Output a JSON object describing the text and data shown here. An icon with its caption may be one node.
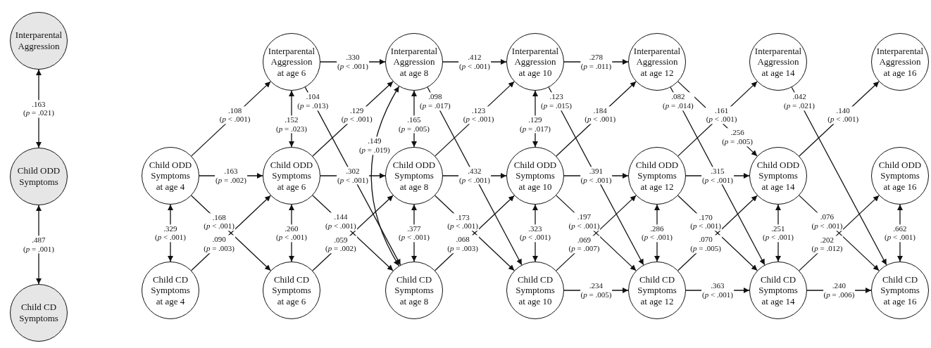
{
  "diagram": {
    "nodes": [
      {
        "text": [
          "Interparental Aggression"
        ]
      },
      {
        "text": [
          "Child ODD Symptoms"
        ]
      },
      {
        "text": [
          "Child CD Symptoms"
        ]
      },
      {
        "text": [
          "Child ODD Symptoms at age 4"
        ]
      },
      {
        "text": [
          "Child CD Symptoms at age 4"
        ]
      },
      {
        "text": [
          "Interparental Aggression at age 6"
        ]
      },
      {
        "text": [
          "Child ODD Symptoms at age 6"
        ]
      },
      {
        "text": [
          "Child CD Symptoms at age 6"
        ]
      },
      {
        "text": [
          "Interparental Aggression at age 8"
        ]
      },
      {
        "text": [
          "Child ODD Symptoms at age 8"
        ]
      },
      {
        "text": [
          "Child CD Symptoms at age 8"
        ]
      },
      {
        "text": [
          "Interparental Aggression at age 10"
        ]
      },
      {
        "text": [
          "Child ODD Symptoms at age 10"
        ]
      },
      {
        "text": [
          "Child CD Symptoms at age 10"
        ]
      },
      {
        "text": [
          "Interparental Aggression at age 12"
        ]
      },
      {
        "text": [
          "Child ODD Symptoms at age 12"
        ]
      },
      {
        "text": [
          "Child CD Symptoms at age 12"
        ]
      },
      {
        "text": [
          "Interparental Aggression at age 14"
        ]
      },
      {
        "text": [
          "Child ODD Symptoms at age 14"
        ]
      },
      {
        "text": [
          "Child CD Symptoms at age 14"
        ]
      },
      {
        "text": [
          "Interparental Aggression at age 16"
        ]
      },
      {
        "text": [
          "Child ODD Symptoms at age 16"
        ]
      },
      {
        "text": [
          "Child CD Symptoms at age 16"
        ]
      }
    ],
    "edges": [
      {
        "from": 0,
        "to": 1,
        "arrow": "both",
        "label": ".163 (*p* = .021)"
      },
      {
        "from": 1,
        "to": 2,
        "arrow": "both",
        "label": ".487 (*p* = .001)"
      },
      {
        "from": 3,
        "to": 4,
        "arrow": "both",
        "label": ".329 (*p* < .001)"
      },
      {
        "from": 3,
        "to": 5,
        "arrow": "to",
        "label": ".108 (*p* < .001)"
      },
      {
        "from": 3,
        "to": 6,
        "arrow": "to",
        "label": ".163 (*p* = .002)"
      },
      {
        "from": 3,
        "to": 7,
        "arrow": "to",
        "label": ".168 (*p* < .001)"
      },
      {
        "from": 4,
        "to": 6,
        "arrow": "to",
        "label": ".090 (*p* = .003)"
      },
      {
        "from": 5,
        "to": 6,
        "arrow": "both",
        "label": ".152 (*p* = .023)"
      },
      {
        "from": 6,
        "to": 7,
        "arrow": "both",
        "label": ".260 (*p* < .001)"
      },
      {
        "from": 5,
        "to": 8,
        "arrow": "to",
        "label": ".330 (*p* < .001)"
      },
      {
        "from": 5,
        "to": 10,
        "arrow": "to",
        "label": ".104 (*p* = .013)"
      },
      {
        "from": 6,
        "to": 8,
        "arrow": "to",
        "label": ".129 (*p* < .001)"
      },
      {
        "from": 6,
        "to": 9,
        "arrow": "to",
        "label": ".302 (*p* < .001)"
      },
      {
        "from": 6,
        "to": 10,
        "arrow": "to",
        "label": ".144 (*p* < .001)"
      },
      {
        "from": 7,
        "to": 9,
        "arrow": "to",
        "label": ".059 (*p* = .002)"
      },
      {
        "from": 8,
        "to": 9,
        "arrow": "both",
        "label": ".165 (*p* = .005)"
      },
      {
        "from": 8,
        "to": 10,
        "arrow": "both",
        "label": ".149 (*p* = .019)"
      },
      {
        "from": 9,
        "to": 10,
        "arrow": "both",
        "label": ".377 (*p* < .001)"
      },
      {
        "from": 8,
        "to": 11,
        "arrow": "to",
        "label": ".412 (*p* < .001)"
      },
      {
        "from": 8,
        "to": 13,
        "arrow": "to",
        "label": ".098 (*p* = .017)"
      },
      {
        "from": 9,
        "to": 11,
        "arrow": "to",
        "label": ".123 (*p* < .001)"
      },
      {
        "from": 9,
        "to": 12,
        "arrow": "to",
        "label": ".432 (*p* < .001)"
      },
      {
        "from": 9,
        "to": 13,
        "arrow": "to",
        "label": ".173 (*p* < .001)"
      },
      {
        "from": 10,
        "to": 12,
        "arrow": "to",
        "label": ".068 (*p* = .003)"
      },
      {
        "from": 11,
        "to": 12,
        "arrow": "both",
        "label": ".129 (*p* = .017)"
      },
      {
        "from": 12,
        "to": 13,
        "arrow": "both",
        "label": ".323 (*p* < .001)"
      },
      {
        "from": 11,
        "to": 14,
        "arrow": "to",
        "label": ".278 (*p* = .011)"
      },
      {
        "from": 11,
        "to": 16,
        "arrow": "to",
        "label": ".123 (*p* = .015)"
      },
      {
        "from": 12,
        "to": 14,
        "arrow": "to",
        "label": ".184 (*p* < .001)"
      },
      {
        "from": 12,
        "to": 15,
        "arrow": "to",
        "label": ".391 (*p* < .001)"
      },
      {
        "from": 12,
        "to": 16,
        "arrow": "to",
        "label": ".197 (*p* < .001)"
      },
      {
        "from": 13,
        "to": 15,
        "arrow": "to",
        "label": ".069 (*p* = .007)"
      },
      {
        "from": 13,
        "to": 16,
        "arrow": "to",
        "label": ".234 (*p* = .005)"
      },
      {
        "from": 15,
        "to": 16,
        "arrow": "both",
        "label": ".286 (*p* < .001)"
      },
      {
        "from": 14,
        "to": 18,
        "arrow": "to",
        "label": ".256 (*p* = .005)"
      },
      {
        "from": 14,
        "to": 19,
        "arrow": "to",
        "label": ".082 (*p* = .014)"
      },
      {
        "from": 15,
        "to": 17,
        "arrow": "to",
        "label": ".161 (*p* < .001)"
      },
      {
        "from": 15,
        "to": 18,
        "arrow": "to",
        "label": ".315 (*p* < .001)"
      },
      {
        "from": 15,
        "to": 19,
        "arrow": "to",
        "label": ".170 (*p* < .001)"
      },
      {
        "from": 16,
        "to": 18,
        "arrow": "to",
        "label": ".070 (*p* = .005)"
      },
      {
        "from": 16,
        "to": 19,
        "arrow": "to",
        "label": ".363 (*p* < .001)"
      },
      {
        "from": 18,
        "to": 19,
        "arrow": "both",
        "label": ".251 (*p* < .001)"
      },
      {
        "from": 17,
        "to": 22,
        "arrow": "to",
        "label": ".042 (*p* = .021)"
      },
      {
        "from": 18,
        "to": 20,
        "arrow": "to",
        "label": ".140 (*p* < .001)"
      },
      {
        "from": 18,
        "to": 22,
        "arrow": "to",
        "label": ".076 (*p* < .001)"
      },
      {
        "from": 19,
        "to": 21,
        "arrow": "to",
        "label": ".202 (*p* = .012)"
      },
      {
        "from": 19,
        "to": 22,
        "arrow": "to",
        "label": ".240 (*p* = .006)"
      },
      {
        "from": 21,
        "to": 22,
        "arrow": "both",
        "label": ".662 (*p* < .001)"
      }
    ]
  }
}
